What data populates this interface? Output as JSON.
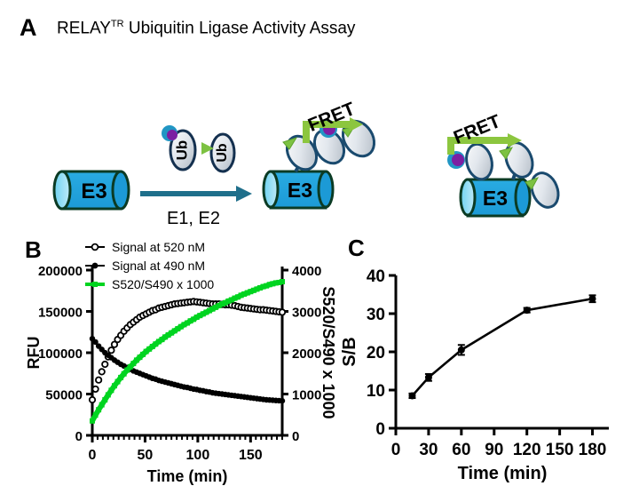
{
  "panels": {
    "a_letter": "A",
    "b_letter": "B",
    "c_letter": "C"
  },
  "header": {
    "title_main": "RELAY",
    "title_sup": "TR",
    "title_rest": " Ubiquitin Ligase Activity Assay"
  },
  "diagram": {
    "e3_label": "E3",
    "ub_label_1": "Ub",
    "ub_label_2": "Ub",
    "reaction_label": "E1, E2",
    "fret_label_1": "FRET",
    "fret_label_2": "FRET",
    "colors": {
      "e3_fill": "#29ABE2",
      "e3_outline": "#0B3B24",
      "ub_fill": "#DCE3EA",
      "ub_outline": "#14304F",
      "donor_dot": "#7B1FA2",
      "donor_dot_ring": "#2196C4",
      "acceptor_triangle": "#7DC242",
      "fret_arrow": "#8CC63F",
      "reaction_arrow": "#1F6F8B",
      "oval_outline": "#1A4A6E"
    }
  },
  "chart_data": [
    {
      "id": "panel_b",
      "type": "line",
      "title": "",
      "xlabel": "Time (min)",
      "ylabel": "RFU",
      "ylabel_right": "S520/S490 x 1000",
      "xlim": [
        0,
        180
      ],
      "ylim": [
        0,
        200000
      ],
      "ylim_right": [
        0,
        4000
      ],
      "xticks": [
        0,
        50,
        100,
        150
      ],
      "yticks": [
        0,
        50000,
        100000,
        150000,
        200000
      ],
      "yticks_right": [
        0,
        1000,
        2000,
        3000,
        4000
      ],
      "grid": false,
      "legend_position": "top-left",
      "x": [
        0,
        3,
        6,
        9,
        12,
        15,
        18,
        21,
        24,
        27,
        30,
        33,
        36,
        39,
        42,
        45,
        48,
        51,
        54,
        57,
        60,
        63,
        66,
        69,
        72,
        75,
        78,
        81,
        84,
        87,
        90,
        93,
        96,
        99,
        102,
        105,
        108,
        111,
        114,
        117,
        120,
        123,
        126,
        129,
        132,
        135,
        138,
        141,
        144,
        147,
        150,
        153,
        156,
        159,
        162,
        165,
        168,
        171,
        174,
        177,
        180
      ],
      "series": [
        {
          "name": "Signal at 520 nM",
          "marker": "open-circle",
          "color": "#000000",
          "axis": "left",
          "values": [
            43000,
            56000,
            67000,
            77000,
            86000,
            95000,
            103000,
            110000,
            116000,
            121000,
            126000,
            130000,
            134000,
            137000,
            140000,
            143000,
            145000,
            147000,
            149000,
            151000,
            152000,
            154000,
            155000,
            156000,
            157000,
            158000,
            159000,
            159500,
            160000,
            160500,
            161000,
            161500,
            162000,
            161500,
            161000,
            160500,
            160000,
            159500,
            159000,
            159000,
            159000,
            158500,
            158000,
            158000,
            157500,
            157000,
            156000,
            155000,
            154500,
            154000,
            153500,
            153000,
            152500,
            152000,
            152000,
            151500,
            151000,
            150500,
            150000,
            149500,
            149000
          ]
        },
        {
          "name": "Signal at 490 nM",
          "marker": "filled-circle",
          "color": "#000000",
          "axis": "left",
          "values": [
            117000,
            113000,
            108000,
            104000,
            100000,
            97000,
            94000,
            91000,
            88500,
            86000,
            84000,
            82000,
            80000,
            78000,
            76500,
            75000,
            73500,
            72000,
            70500,
            69000,
            68000,
            66500,
            65500,
            64500,
            63500,
            62500,
            61500,
            60500,
            59500,
            58500,
            58000,
            57000,
            56000,
            55500,
            54500,
            54000,
            53000,
            52500,
            51500,
            51000,
            50500,
            50000,
            49500,
            49000,
            48500,
            48000,
            47500,
            47000,
            46500,
            46000,
            45500,
            45000,
            44500,
            44000,
            43500,
            43000,
            42800,
            42500,
            42200,
            42000,
            41800
          ]
        },
        {
          "name": "S520/S490 x 1000",
          "marker": "filled-square",
          "color": "#00D420",
          "axis": "right",
          "values": [
            350,
            490,
            620,
            740,
            860,
            980,
            1090,
            1200,
            1300,
            1400,
            1490,
            1580,
            1660,
            1740,
            1820,
            1890,
            1960,
            2030,
            2090,
            2150,
            2210,
            2270,
            2320,
            2380,
            2430,
            2480,
            2530,
            2580,
            2630,
            2680,
            2720,
            2770,
            2810,
            2860,
            2900,
            2940,
            2980,
            3020,
            3060,
            3100,
            3140,
            3180,
            3210,
            3250,
            3280,
            3320,
            3350,
            3390,
            3420,
            3450,
            3480,
            3510,
            3540,
            3570,
            3600,
            3620,
            3650,
            3670,
            3690,
            3700,
            3720
          ]
        }
      ]
    },
    {
      "id": "panel_c",
      "type": "line",
      "title": "",
      "xlabel": "Time (min)",
      "ylabel": "S/B",
      "xlim": [
        0,
        195
      ],
      "ylim": [
        0,
        40
      ],
      "xticks": [
        0,
        30,
        60,
        90,
        120,
        150,
        180
      ],
      "yticks": [
        0,
        10,
        20,
        30,
        40
      ],
      "grid": false,
      "marker": "filled-circle",
      "color": "#000000",
      "x": [
        15,
        30,
        60,
        120,
        180
      ],
      "values": [
        8.5,
        13.3,
        20.5,
        30.9,
        33.9
      ],
      "errors": [
        0.6,
        0.9,
        1.3,
        0.6,
        0.9
      ]
    }
  ]
}
